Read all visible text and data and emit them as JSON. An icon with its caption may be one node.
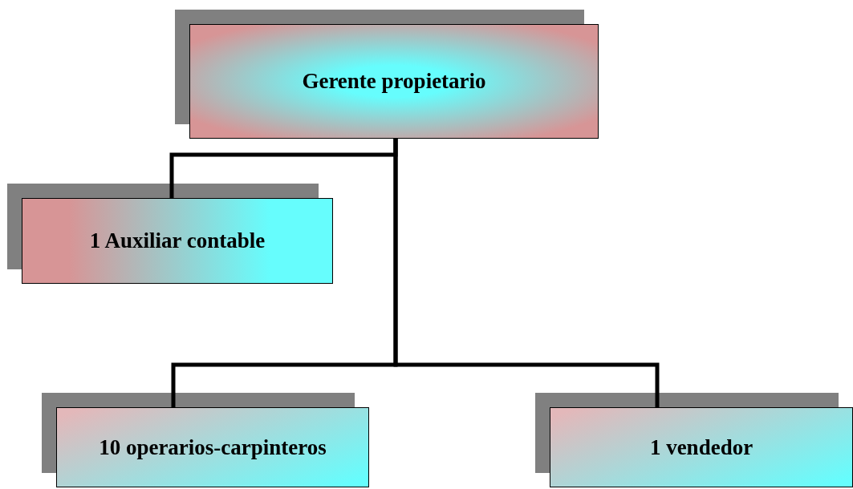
{
  "diagram": {
    "nodes": [
      {
        "text": [
          "Gerente propietario"
        ]
      },
      {
        "text": [
          "1 Auxiliar contable"
        ]
      },
      {
        "text": [
          "10 operarios-carpinteros"
        ]
      },
      {
        "text": [
          "1 vendedor"
        ]
      }
    ],
    "edges": [
      {
        "from": 0,
        "to": 1,
        "arrow": "none"
      },
      {
        "from": 0,
        "to": 2,
        "arrow": "none"
      },
      {
        "from": 0,
        "to": 3,
        "arrow": "none"
      }
    ]
  }
}
